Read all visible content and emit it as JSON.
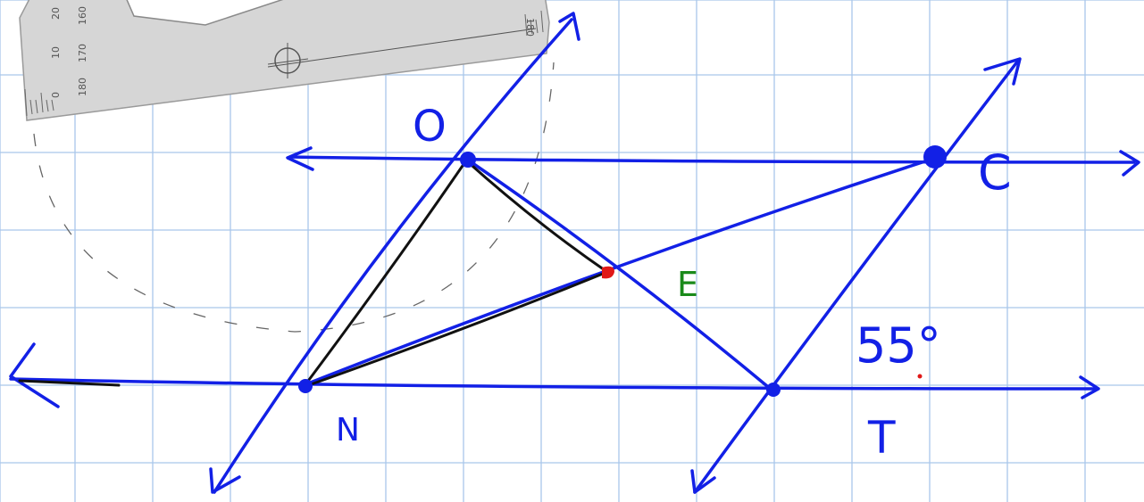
{
  "labels": {
    "O": "O",
    "C": "C",
    "E": "E",
    "N": "N",
    "T": "T",
    "angle": "55°"
  },
  "protractor": {
    "scale_numbers": [
      "180",
      "170",
      "160",
      "10",
      "20",
      "0",
      "180"
    ]
  },
  "colors": {
    "grid": "#a9c6ea",
    "ink_blue": "#1220e6",
    "ink_black": "#111111",
    "ink_green": "#1a8a1a",
    "ink_red": "#e01818",
    "protractor": "#d9d9d9",
    "protractor_text": "#555555"
  }
}
